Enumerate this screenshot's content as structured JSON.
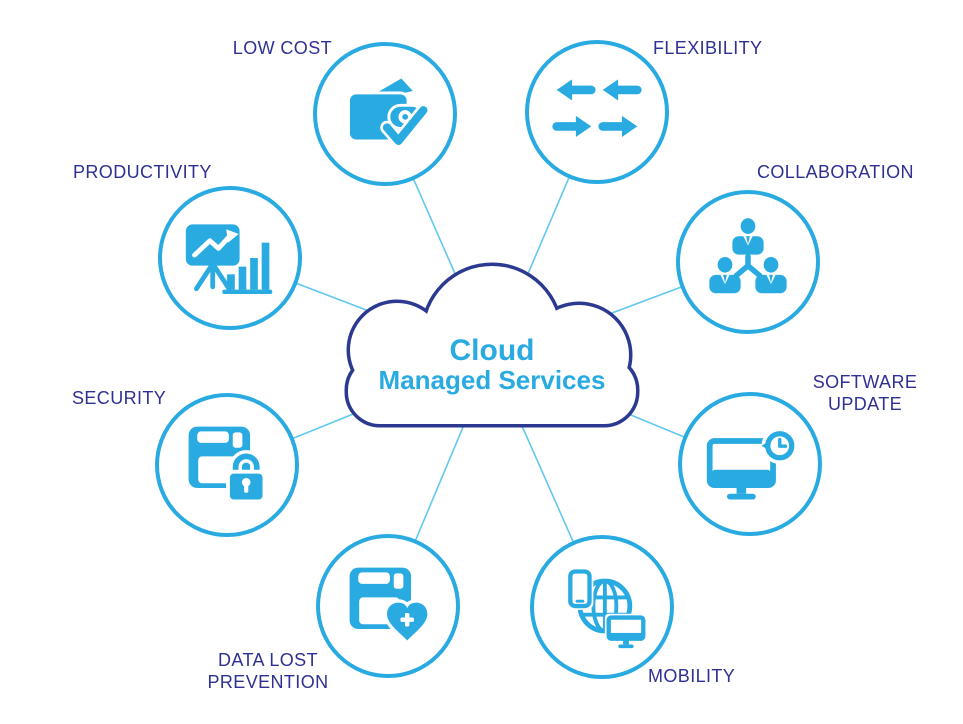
{
  "cloud": {
    "title": "Cloud",
    "subtitle": "Managed Services"
  },
  "nodes": [
    {
      "id": "low-cost",
      "label": "LOW COST",
      "icon": "wallet-check-icon"
    },
    {
      "id": "flexibility",
      "label": "FLEXIBILITY",
      "icon": "swap-arrows-icon"
    },
    {
      "id": "productivity",
      "label": "PRODUCTIVITY",
      "icon": "presentation-chart-icon"
    },
    {
      "id": "collaboration",
      "label": "COLLABORATION",
      "icon": "team-hierarchy-icon"
    },
    {
      "id": "security",
      "label": "SECURITY",
      "icon": "floppy-lock-icon"
    },
    {
      "id": "software-update",
      "label": "SOFTWARE\nUPDATE",
      "icon": "monitor-clock-icon"
    },
    {
      "id": "data-lost-prevention",
      "label": "DATA LOST\nPREVENTION",
      "icon": "floppy-heart-icon"
    },
    {
      "id": "mobility",
      "label": "MOBILITY",
      "icon": "devices-globe-icon"
    }
  ],
  "colors": {
    "accent_blue": "#29abe2",
    "label_navy": "#2e3192",
    "cloud_outline_navy": "#2b3990",
    "connector_light_blue": "#62c8f0",
    "background": "#ffffff"
  }
}
